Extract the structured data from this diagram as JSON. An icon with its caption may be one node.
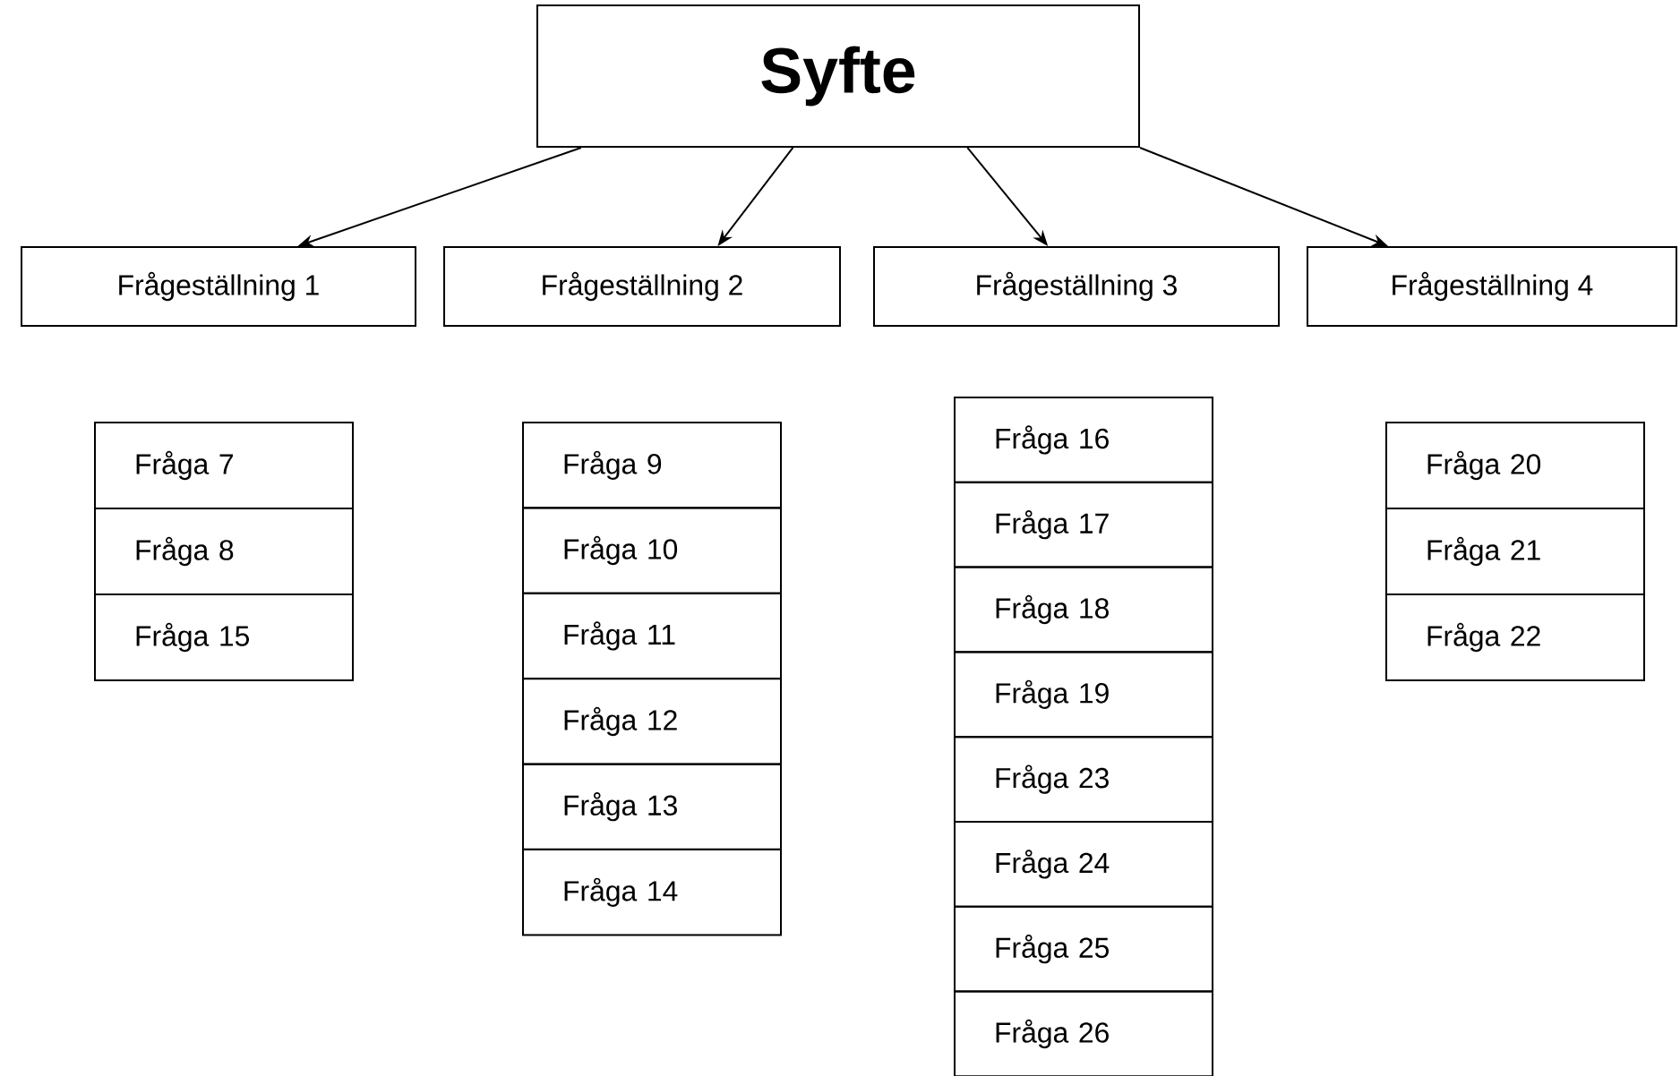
{
  "diagram": {
    "nodes": [
      {
        "text": [
          "Syfte"
        ]
      },
      {
        "text": [
          "Frågeställning 1"
        ]
      },
      {
        "text": [
          "Frågeställning 2"
        ]
      },
      {
        "text": [
          "Frågeställning 3"
        ]
      },
      {
        "text": [
          "Frågeställning 4"
        ]
      },
      {
        "text": [
          "Fråga 7"
        ]
      },
      {
        "text": [
          "Fråga 8"
        ]
      },
      {
        "text": [
          "Fråga 15"
        ]
      },
      {
        "text": [
          "Fråga 9"
        ]
      },
      {
        "text": [
          "Fråga 10"
        ]
      },
      {
        "text": [
          "Fråga 11"
        ]
      },
      {
        "text": [
          "Fråga 12"
        ]
      },
      {
        "text": [
          "Fråga 13"
        ]
      },
      {
        "text": [
          "Fråga 14"
        ]
      },
      {
        "text": [
          "Fråga 16"
        ]
      },
      {
        "text": [
          "Fråga 17"
        ]
      },
      {
        "text": [
          "Fråga 18"
        ]
      },
      {
        "text": [
          "Fråga 19"
        ]
      },
      {
        "text": [
          "Fråga 23"
        ]
      },
      {
        "text": [
          "Fråga 24"
        ]
      },
      {
        "text": [
          "Fråga 25"
        ]
      },
      {
        "text": [
          "Fråga 26"
        ]
      },
      {
        "text": [
          "Fråga 20"
        ]
      },
      {
        "text": [
          "Fråga 21"
        ]
      },
      {
        "text": [
          "Fråga 22"
        ]
      }
    ],
    "edges": [
      {
        "from": 0,
        "to": 1,
        "arrow": "to"
      },
      {
        "from": 0,
        "to": 2,
        "arrow": "to"
      },
      {
        "from": 0,
        "to": 3,
        "arrow": "to"
      },
      {
        "from": 0,
        "to": 4,
        "arrow": "to"
      }
    ]
  }
}
